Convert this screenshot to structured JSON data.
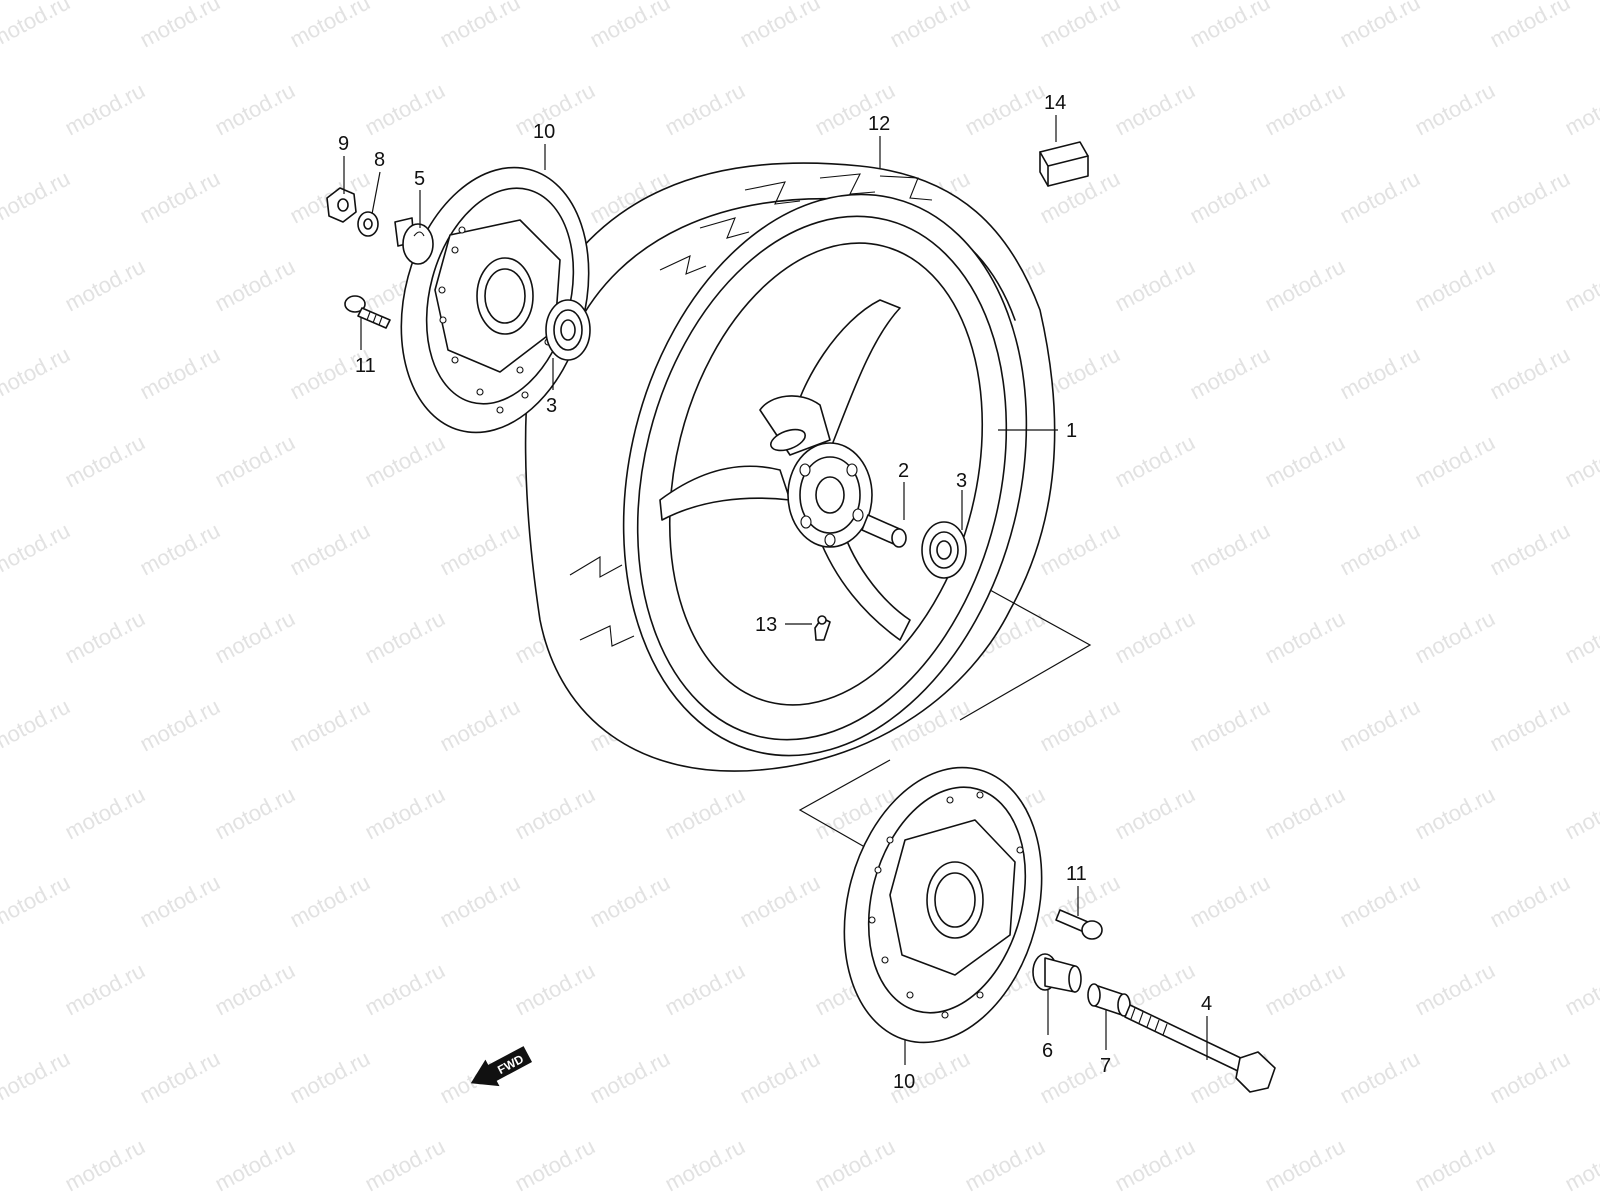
{
  "watermark": {
    "text": "motod.ru"
  },
  "badge": {
    "text": "FWD"
  },
  "callouts": [
    {
      "id": "c1",
      "label": "1"
    },
    {
      "id": "c2",
      "label": "2"
    },
    {
      "id": "c3a",
      "label": "3"
    },
    {
      "id": "c3b",
      "label": "3"
    },
    {
      "id": "c4",
      "label": "4"
    },
    {
      "id": "c5",
      "label": "5"
    },
    {
      "id": "c6",
      "label": "6"
    },
    {
      "id": "c7",
      "label": "7"
    },
    {
      "id": "c8",
      "label": "8"
    },
    {
      "id": "c9",
      "label": "9"
    },
    {
      "id": "c10a",
      "label": "10"
    },
    {
      "id": "c10b",
      "label": "10"
    },
    {
      "id": "c11a",
      "label": "11"
    },
    {
      "id": "c11b",
      "label": "11"
    },
    {
      "id": "c12",
      "label": "12"
    },
    {
      "id": "c13",
      "label": "13"
    },
    {
      "id": "c14",
      "label": "14"
    }
  ]
}
